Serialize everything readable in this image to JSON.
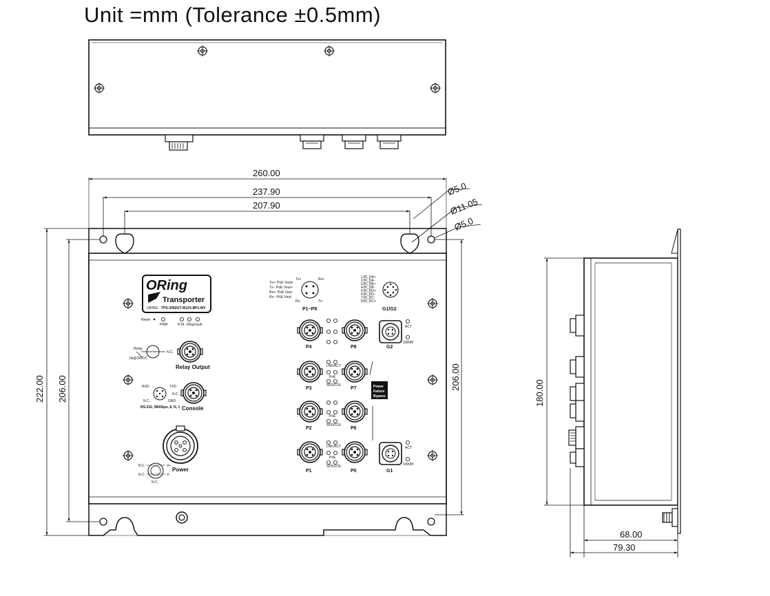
{
  "title": "Unit =mm (Tolerance ±0.5mm)",
  "dimensions": {
    "width_overall": "260.00",
    "width_mid": "237.90",
    "width_inner": "207.90",
    "hole1": "Ø5.0",
    "hole2": "Ø11.05",
    "hole3": "Ø5.0",
    "height_overall": "222.00",
    "height_left": "206.00",
    "height_right": "206.00",
    "side_height": "180.00",
    "side_depth": "68.00",
    "side_total": "79.30"
  },
  "panel": {
    "brand": "ORing",
    "series": "Transporter",
    "model": "TPS-3082GT-M12X-BP1-MV",
    "model_prefix": "ORING",
    "indicators_row": [
      "Reset",
      "PWR",
      "R.M.",
      "Ring",
      "Fault"
    ],
    "relay_label": "Relay Output",
    "relay_note": "1A@24VDC",
    "relay_pin": "Relay",
    "nc": "N.C.",
    "console_label": "Console",
    "console_note": "RS-232, 9600bps, 8, N, 1",
    "console_pins": [
      "RXD",
      "TXD",
      "GND",
      "N.C.",
      "N.C."
    ],
    "power_label": "Power",
    "power_pins": [
      "V+",
      "V-",
      "N.C.",
      "N.C.",
      "N.C."
    ],
    "poe_pinout": [
      "Tx+: PoE Vout+",
      "Tx-: PoE Vout+",
      "Rx+: PoE Vout-",
      "Rx-: PoE Vout-"
    ],
    "poe_pins": [
      "Tx+",
      "Rx+",
      "Rx-",
      "Tx-"
    ],
    "p_range": "P1~P8",
    "g_pinout": [
      "1.BI_DA+",
      "2.BI_DA-",
      "3.BI_DB+",
      "4.BI_DB-",
      "5.BI_DD+",
      "6.BI_DD-",
      "7.BI_DC-",
      "8.BI_DC+"
    ],
    "g_range": "G1/G2",
    "ports": [
      "P4",
      "P8",
      "G2",
      "P3",
      "P7",
      "P2",
      "P6",
      "P1",
      "P5",
      "G1"
    ],
    "led_link": "LNK/ACT",
    "led_poe": "PoE",
    "led_spd": "SPD/COL",
    "led_act": "ACT",
    "led_1000": "1000M",
    "bypass": [
      "Power",
      "Failure",
      "Bypass"
    ]
  },
  "colors": {
    "line": "#111111",
    "background": "#ffffff"
  }
}
